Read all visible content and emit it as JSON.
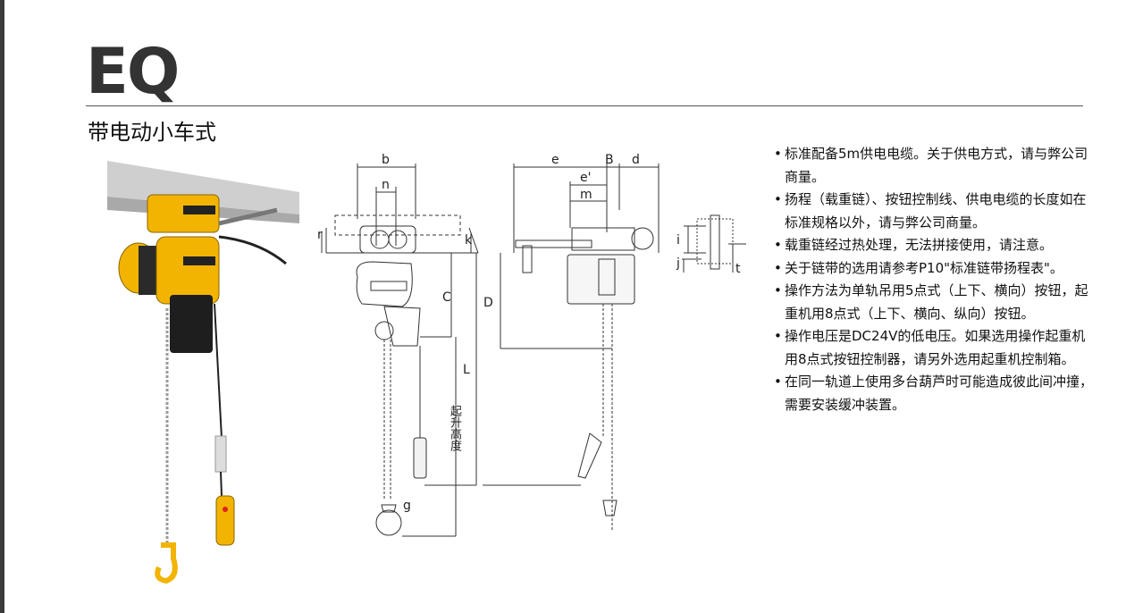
{
  "header": {
    "model": "EQ",
    "subtitle": "带电动小车式"
  },
  "dimension_labels": {
    "b": "b",
    "n": "n",
    "r": "r",
    "k": "k",
    "C": "C",
    "D": "D",
    "L": "L",
    "lift_height": "起升高度",
    "g": "g",
    "e": "e",
    "B": "B",
    "d": "d",
    "e_prime": "e'",
    "m": "m",
    "i": "i",
    "j": "j",
    "t": "t"
  },
  "notes": [
    "标准配备5m供电电缆。关于供电方式，请与弊公司商量。",
    "扬程（载重链）、按钮控制线、供电电缆的长度如在标准规格以外，请与弊公司商量。",
    "载重链经过热处理，无法拼接使用，请注意。",
    "关于链带的选用请参考P10\"标准链带扬程表\"。",
    "操作方法为单轨吊用5点式（上下、横向）按钮，起重机用8点式（上下、横向、纵向）按钮。",
    "操作电压是DC24V的低电压。如果选用操作起重机用8点式按钮控制器，请另外选用起重机控制箱。",
    "在同一轨道上使用多台葫芦时可能造成彼此间冲撞，需要安装缓冲装置。"
  ],
  "colors": {
    "hoist_yellow": "#f2b400",
    "text": "#111111",
    "rule": "#555555"
  }
}
